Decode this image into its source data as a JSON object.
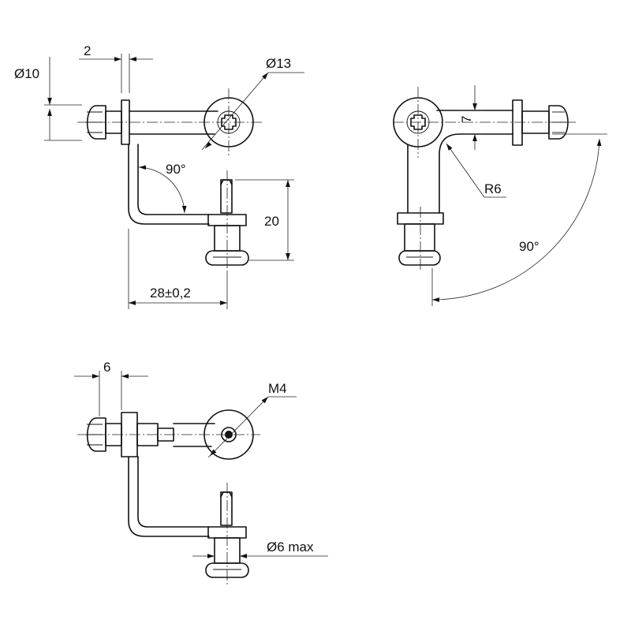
{
  "views": {
    "side": {
      "dims": {
        "bolt_diameter": "Ø10",
        "collar_thickness": "2",
        "eye_diameter": "Ø13",
        "bend_angle": "90°",
        "pin_height": "20",
        "center_distance": "28±0,2"
      }
    },
    "top": {
      "dims": {
        "eye_offset": "7",
        "bend_radius": "R6",
        "swing_angle": "90°"
      }
    },
    "bottom": {
      "dims": {
        "pin_length": "6",
        "thread": "M4",
        "collar_diameter": "Ø6 max"
      }
    }
  }
}
